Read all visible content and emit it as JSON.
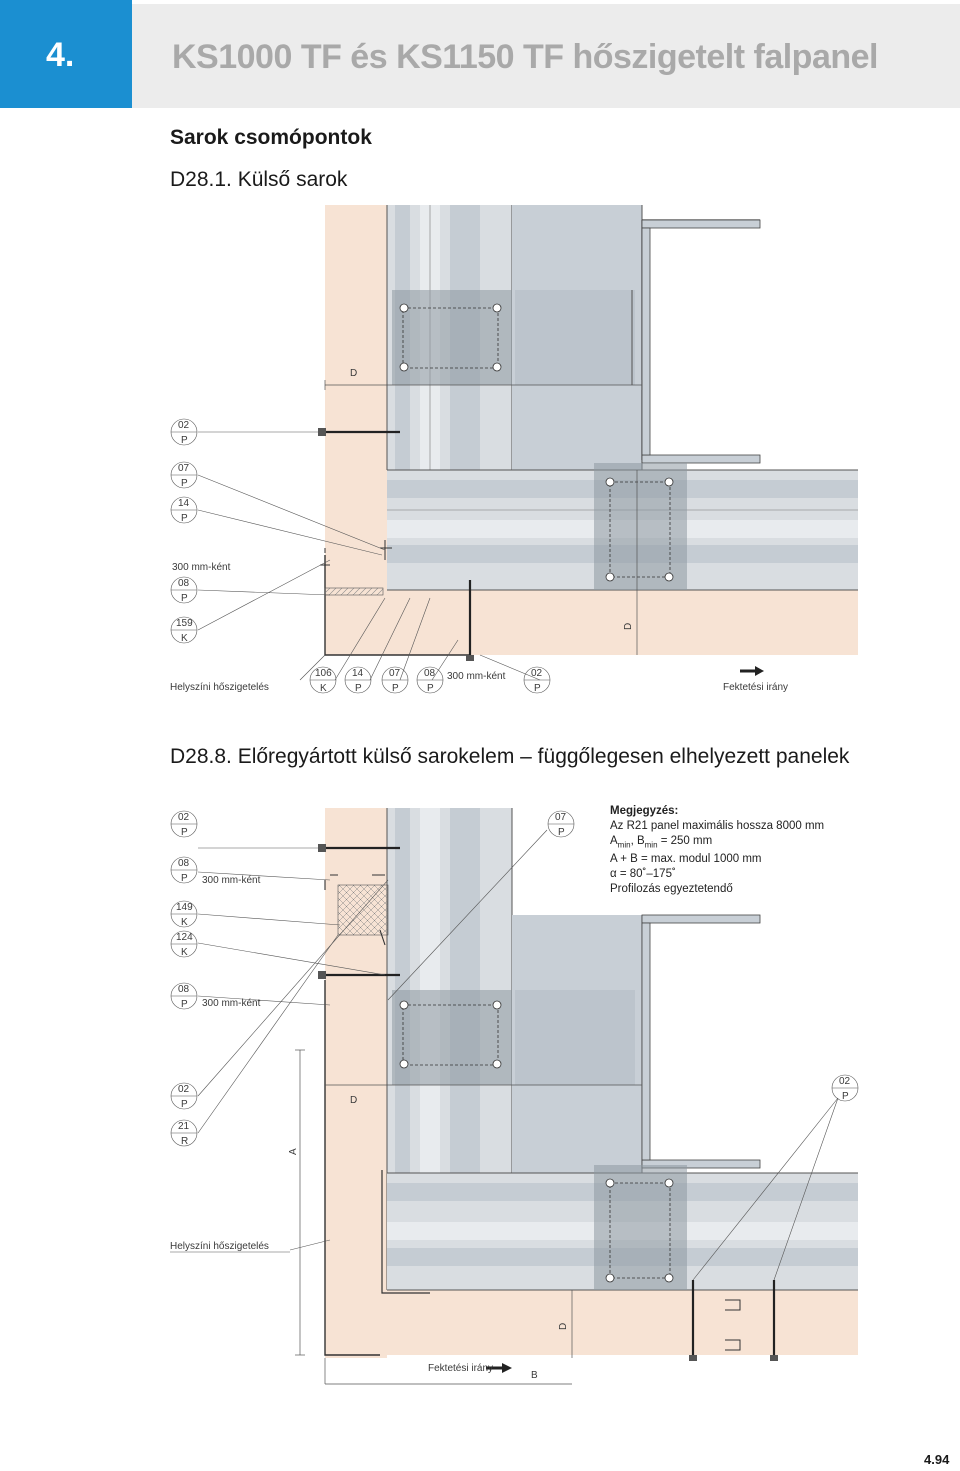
{
  "header": {
    "chapter": "4.",
    "title": "KS1000 TF és KS1150 TF hőszigetelt falpanel"
  },
  "section_title": "Sarok csomópontok",
  "detail1": {
    "title": "D28.1. Külső sarok",
    "labels": {
      "d_top": "D",
      "d_side": "D",
      "left_codes": [
        {
          "code": "02",
          "type": "P"
        },
        {
          "code": "07",
          "type": "P"
        },
        {
          "code": "14",
          "type": "P"
        },
        {
          "pre": "300 mm-ként",
          "code": "08",
          "type": "P"
        },
        {
          "code": "159",
          "type": "K"
        }
      ],
      "onsite_insulation": "Helyszíni hőszigetelés",
      "bottom_codes": [
        {
          "code": "106",
          "type": "K"
        },
        {
          "code": "14",
          "type": "P"
        },
        {
          "code": "07",
          "type": "P"
        },
        {
          "code": "08",
          "type": "P"
        },
        {
          "code": "02",
          "type": "P"
        }
      ],
      "bottom_spacing": "300 mm-ként",
      "laying_direction": "Fektetési irány"
    }
  },
  "detail2": {
    "title": "D28.8. Előregyártott külső sarokelem – függőlegesen elhelyezett panelek",
    "labels": {
      "d_top": "D",
      "d_side": "D",
      "a": "A",
      "b": "B",
      "c02a": {
        "code": "02",
        "type": "P"
      },
      "c08a": {
        "code": "08",
        "type": "P"
      },
      "spacing_a": "300 mm-ként",
      "c149": {
        "code": "149",
        "type": "K"
      },
      "c124": {
        "code": "124",
        "type": "K"
      },
      "c08b": {
        "code": "08",
        "type": "P"
      },
      "spacing_b": "300 mm-ként",
      "c02b": {
        "code": "02",
        "type": "P"
      },
      "c21": {
        "code": "21",
        "type": "R"
      },
      "c07": {
        "code": "07",
        "type": "P"
      },
      "c02c": {
        "code": "02",
        "type": "P"
      },
      "onsite_insulation": "Helyszíni hőszigetelés",
      "laying_direction": "Fektetési irány"
    }
  },
  "note": {
    "title": "Megjegyzés:",
    "line1": "Az R21 panel maximális hossza 8000 mm",
    "line2_a": "A",
    "line2_a_sub": "min",
    "line2_b": ", B",
    "line2_b_sub": "min",
    "line2_c": " = 250 mm",
    "line3": "A + B = max. modul 1000 mm",
    "line4": "α = 80˚–175˚",
    "line5": "Profilozás egyeztetendő"
  },
  "page": "4.94",
  "colors": {
    "accent": "#1b8fd1",
    "insulation": "#f7e3d4",
    "steel": "#c8cfd6",
    "steel_dark": "#9aa3ac",
    "plate": "#8e99a3"
  }
}
